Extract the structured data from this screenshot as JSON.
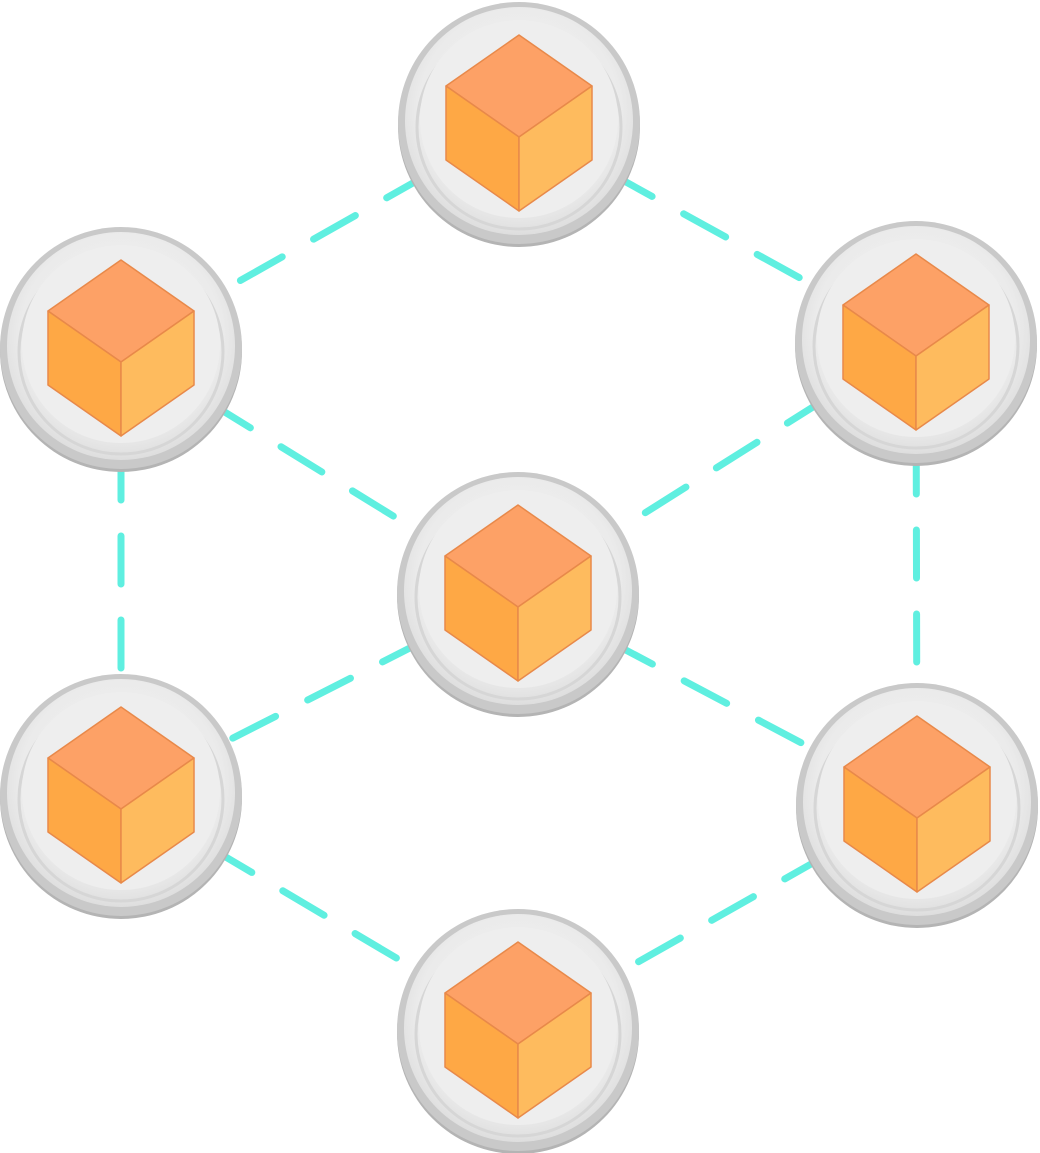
{
  "diagram": {
    "type": "network-graph",
    "layout": "hexagon-with-center",
    "node_icon": "cube-icon",
    "colors": {
      "background": "#ffffff",
      "node_disc": "#ececec",
      "node_rim": "#c9c9c9",
      "node_rim_dark": "#b4b4b4",
      "cube_top": "#fda166",
      "cube_left": "#fea845",
      "cube_right": "#febb5e",
      "cube_edge": "#e8894a",
      "link": "#5fefe0"
    },
    "link_style": "dashed",
    "nodes": [
      {
        "id": "top"
      },
      {
        "id": "upper-left"
      },
      {
        "id": "upper-right"
      },
      {
        "id": "center"
      },
      {
        "id": "lower-left"
      },
      {
        "id": "lower-right"
      },
      {
        "id": "bottom"
      }
    ],
    "links": [
      {
        "from": "top",
        "to": "upper-left"
      },
      {
        "from": "top",
        "to": "upper-right"
      },
      {
        "from": "upper-left",
        "to": "center"
      },
      {
        "from": "upper-right",
        "to": "center"
      },
      {
        "from": "upper-left",
        "to": "lower-left"
      },
      {
        "from": "upper-right",
        "to": "lower-right"
      },
      {
        "from": "center",
        "to": "lower-left"
      },
      {
        "from": "center",
        "to": "lower-right"
      },
      {
        "from": "lower-left",
        "to": "bottom"
      },
      {
        "from": "lower-right",
        "to": "bottom"
      }
    ]
  }
}
